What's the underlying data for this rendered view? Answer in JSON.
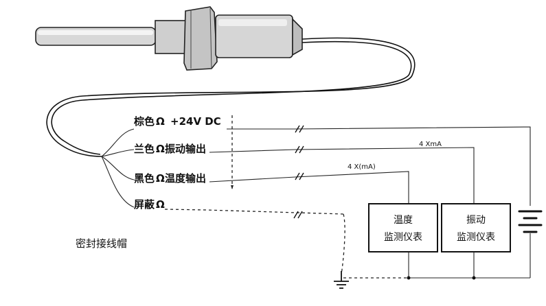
{
  "wires": [
    {
      "label": "棕色",
      "note": "+24V DC"
    },
    {
      "label": "兰色",
      "note": "振动输出"
    },
    {
      "label": "黑色",
      "note": "温度输出"
    },
    {
      "label": "屏蔽",
      "note": ""
    }
  ],
  "sealed_connector": "密封接线帽",
  "current_labels": {
    "vibration": "4  XmA",
    "temperature": "4  X(mA)"
  },
  "instruments": {
    "temperature": {
      "line1": "温度",
      "line2": "监测仪表"
    },
    "vibration": {
      "line1": "振动",
      "line2": "监测仪表"
    }
  },
  "icons": [
    "sensor-probe-icon",
    "battery-icon",
    "ground-icon",
    "wire-break-icon"
  ]
}
